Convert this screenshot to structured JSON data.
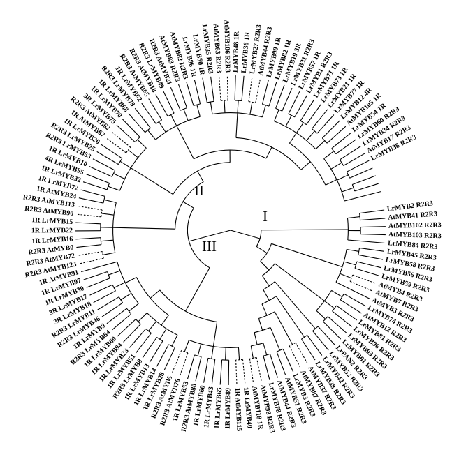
{
  "groups": [
    {
      "id": "group-1",
      "label": "I"
    },
    {
      "id": "group-2",
      "label": "II"
    },
    {
      "id": "group-3",
      "label": "III"
    }
  ],
  "leaves": [
    "LrMYB2 R2R3",
    "AtMYB41 R2R3",
    "AtMYB102 R2R3",
    "AtMYB103 R2R3",
    "LrMYB84 R2R3",
    "LrMYB45 R2R3",
    "LrMYB58 R2R3",
    "LrMYB56 R2R3",
    "LrMYB59 R2R3",
    "AtMYB4 R2R3",
    "AtMYB7 R2R3",
    "AtMYB3 R2R3",
    "LrMYB74 R2R3",
    "AtMYB12 R2R3",
    "LrMYB81 R2R3",
    "LrMYB96 R2R3",
    "LrMYB93 R2R3",
    "LrMYB61 R2R3",
    "LrPAN2 R2R3",
    "LrMYB52 R2R3",
    "LrMYB42 R2R3",
    "LrMYB38 R2R3",
    "AtMYB37 R2R3",
    "AtMYB87 R2R3",
    "LrMYB3 R2R3",
    "AtMYB51 R2R3",
    "AtMYB44 R2R3",
    "LrMYB78 R2R3",
    "AtMYB98 R2R3",
    "AtMYB118 1R",
    "1R LrMYB40",
    "1R AtMYB115",
    "1R LrMYB89",
    "1R LrMYB65",
    "1R LrMYB43",
    "1R LrMYB60",
    "R2R3 AtMYB80",
    "1R LrMYB53",
    "R2R3 AtMYB76",
    "R2R3 AtMYB5",
    "1R LrMYB28",
    "1R LrMYB14",
    "1R LrMYB13",
    "R2R3 LrMYB8",
    "1R LrMYB51",
    "1R LrMYB23",
    "1R LrMYB94",
    "1R LrMYB69",
    "R2R3 LrMYB64",
    "1R LrMYB9",
    "R2R3 LrMYB46",
    "R2R3 LrMYB11",
    "3R LrMYB18",
    "3R LrMYB17",
    "1R LrMYB30",
    "1R LrMYB97",
    "1R AtMYB91",
    "R2R3 AtMYB123",
    "R2R3 AtMYB72",
    "R2R3 AtMYB0",
    "1R LrMYB16",
    "1R LrMYB22",
    "1R LrMYB15",
    "R2R3 AtMYB90",
    "R2R3 AtMYB113",
    "1R AtMYB24",
    "1R LrMYB72",
    "1R LrMYB32",
    "4R LrMYB95",
    "1R LrMYB10",
    "R2R3 LrMYB53",
    "R2R3 LrMYB25",
    "1R LrMYB20",
    "1R AtMYB67",
    "R2R3 AtMYB62",
    "3R LrMYB75",
    "1R LrMYB70",
    "1R LrMYB68",
    "R2R3 LrMYB79",
    "1R LrMYB62",
    "R2R3 AtMYB65",
    "R2R3 AtMYB18",
    "R2R3 LrMYB49",
    "R2R3 AtMYB21",
    "AtMYB83 R2R3",
    "AtMYB82 R2R3",
    "LrMYB86 1R",
    "LrMYB50 1R",
    "LrMYB35 R2R3",
    "AtMYB63 R2R3",
    "AtMYB106 R2R3",
    "LrMYB48 1R",
    "LrMYB36 1R",
    "LrMYB27 R2R3",
    "AtMYB44 R2R3",
    "LrMYB90 1R",
    "LrMYB82 1R",
    "LrMYB19 3R",
    "LrMYB31 R2R3",
    "LrMYB57 1R",
    "LrMYB1 R2R3",
    "LrMYB71 1R",
    "LrMYB73 1R",
    "LrMYB21 1R",
    "LrMYB77 1R",
    "LrMYB12 4R",
    "AtMYB105 1R",
    "LrMYB54 1R",
    "LrMYB60 R2R3",
    "LrMYB34 R2R3",
    "AtMYB17 R2R3",
    "LrMYB38 R2R3"
  ]
}
